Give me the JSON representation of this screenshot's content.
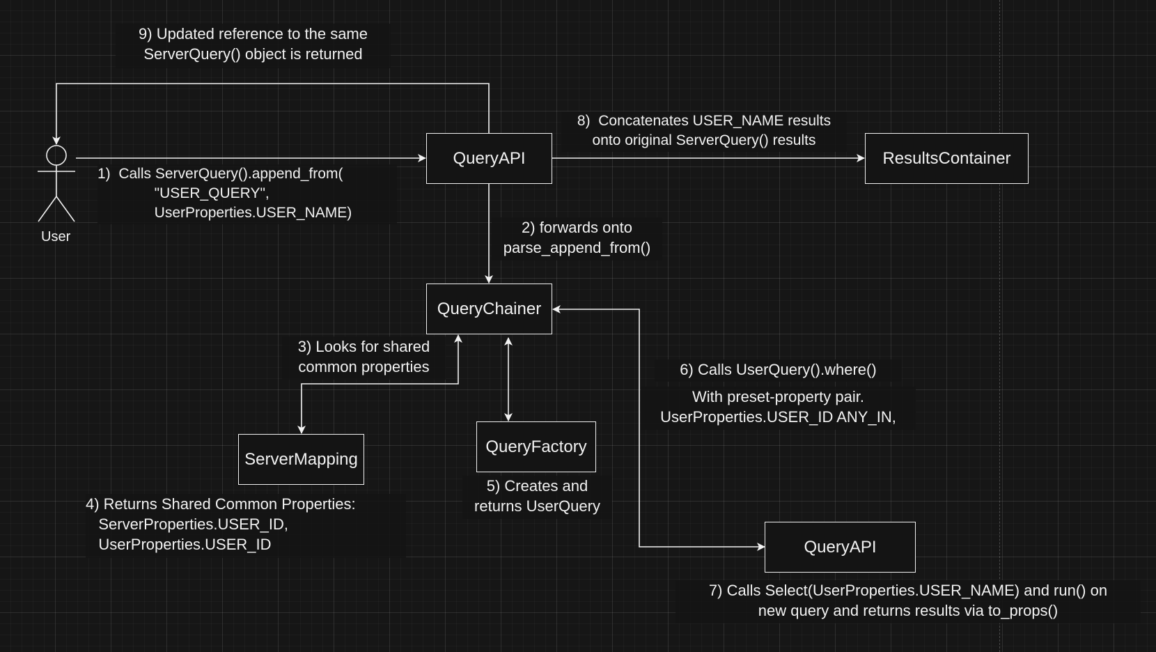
{
  "nodes": {
    "query_api_top": "QueryAPI",
    "results_container": "ResultsContainer",
    "query_chainer": "QueryChainer",
    "server_mapping": "ServerMapping",
    "query_factory": "QueryFactory",
    "query_api_bottom": "QueryAPI"
  },
  "actor": {
    "label": "User"
  },
  "steps": {
    "step1": "1)  Calls ServerQuery().append_from(\n              \"USER_QUERY\",\n              UserProperties.USER_NAME)",
    "step2": "2) forwards onto\nparse_append_from()",
    "step3": "3) Looks for shared\ncommon properties",
    "step4": "4) Returns Shared Common Properties:\n   ServerProperties.USER_ID,\n   UserProperties.USER_ID",
    "step5": "5) Creates and\nreturns UserQuery",
    "step6a": "6) Calls UserQuery().where()",
    "step6b": "With preset-property pair.\nUserProperties.USER_ID ANY_IN,",
    "step7": "7) Calls Select(UserProperties.USER_NAME) and run() on\nnew query and returns results via to_props()",
    "step8": "8)  Concatenates USER_NAME results\nonto original ServerQuery() results",
    "step9": "9) Updated reference to the same\nServerQuery() object is returned"
  }
}
